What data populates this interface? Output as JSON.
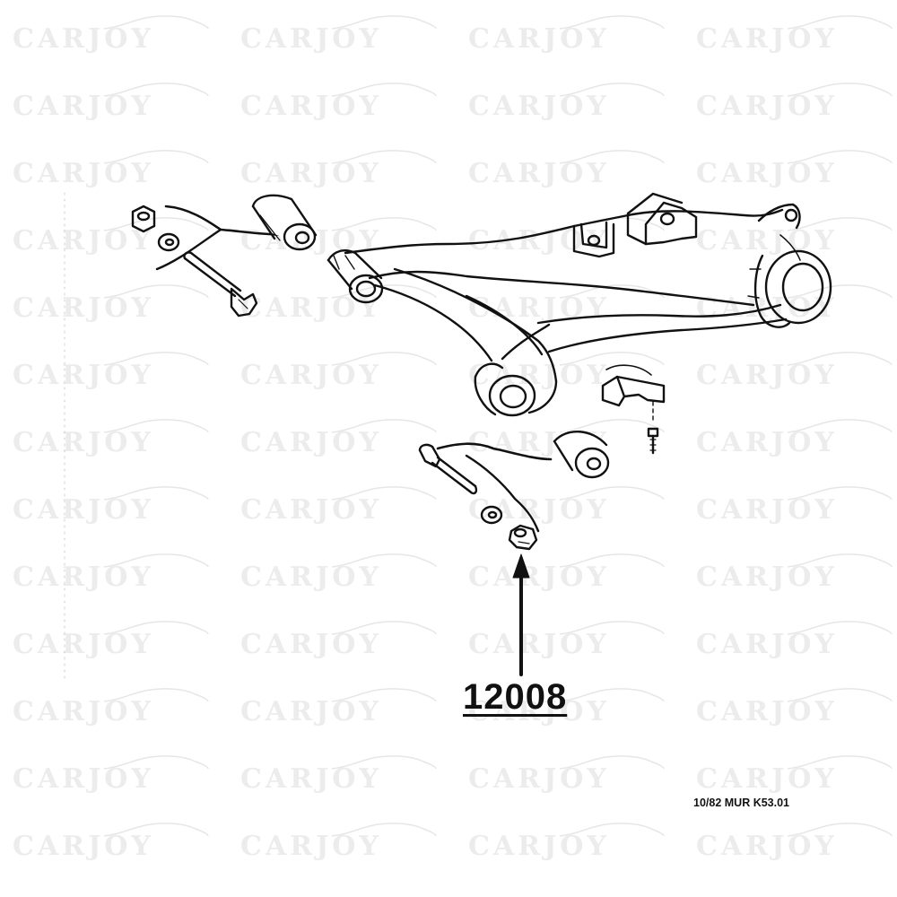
{
  "watermark": {
    "text": "CARJOY"
  },
  "callout": {
    "part_number": "12008"
  },
  "footer": {
    "document_ref": "10/82 MUR K53.01"
  },
  "colors": {
    "ink": "#111111",
    "watermark": "#ececec",
    "background": "#ffffff"
  },
  "icons": [
    "car-silhouette-icon",
    "arrow-up-icon"
  ]
}
